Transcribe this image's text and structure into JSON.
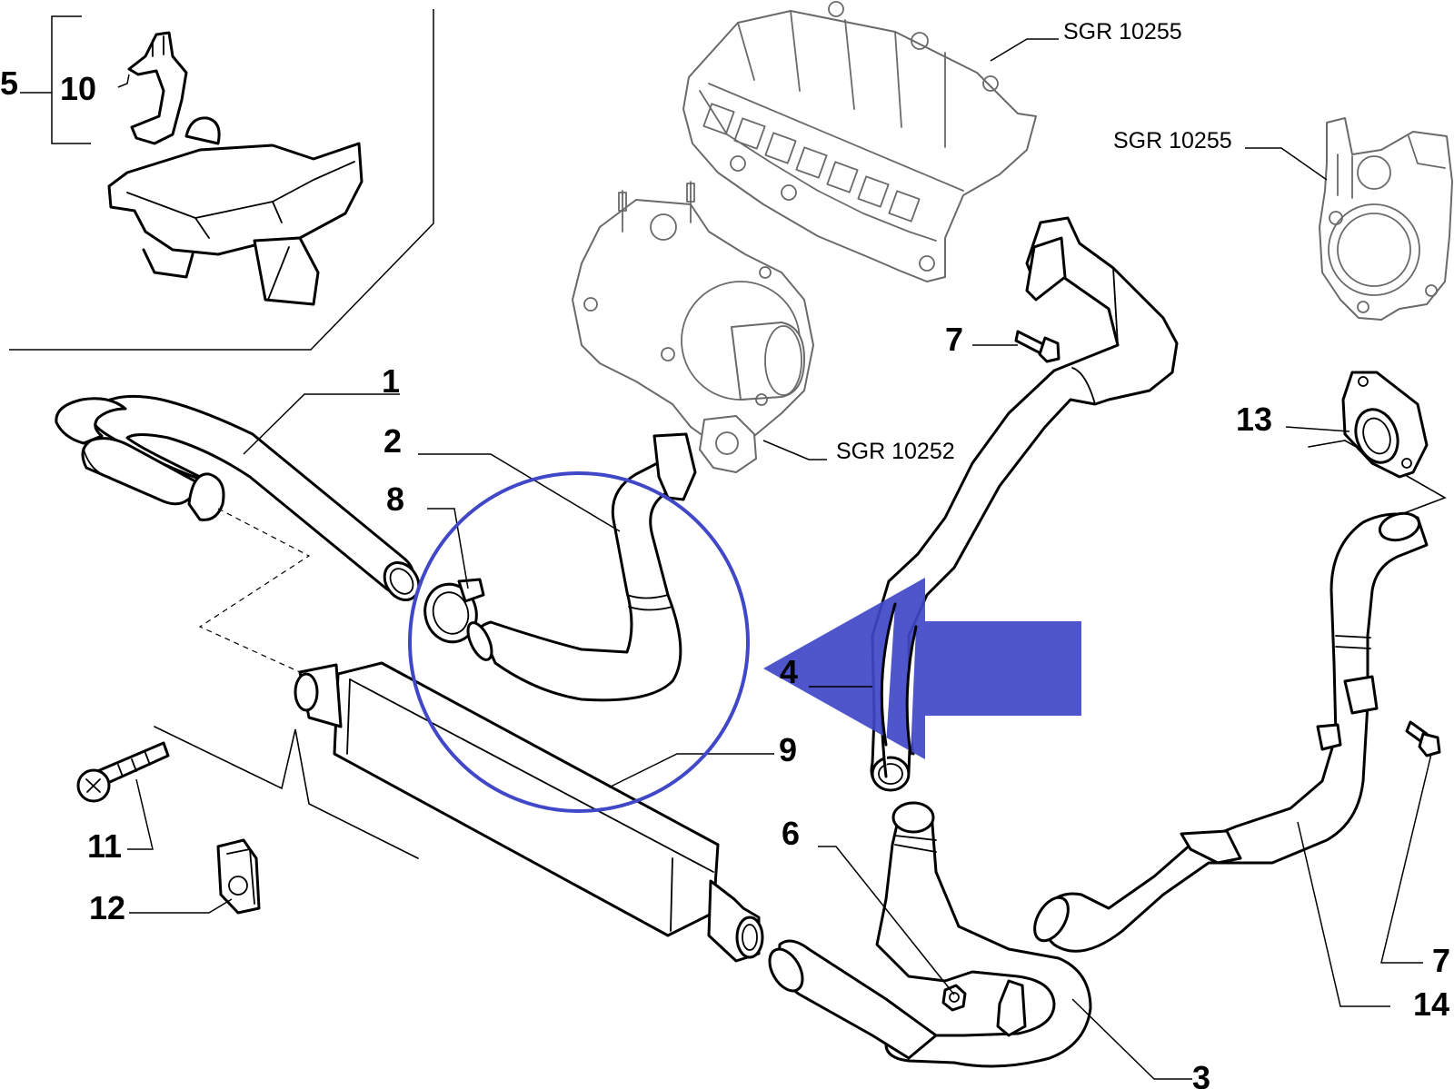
{
  "labels": {
    "l1": "1",
    "l2": "2",
    "l3": "3",
    "l4": "4",
    "l5": "5",
    "l6": "6",
    "l7a": "7",
    "l7b": "7",
    "l8": "8",
    "l9": "9",
    "l10": "10",
    "l11": "11",
    "l12": "12",
    "l13": "13",
    "l14": "14"
  },
  "references": {
    "manifold": "SGR 10255",
    "throttle": "SGR 10255",
    "turbo": "SGR 10252"
  },
  "colors": {
    "highlight": "#4048c8",
    "line": "#000000",
    "background": "#ffffff"
  },
  "icons": {
    "highlight_arrow": "arrow-right-icon",
    "highlight_circle": "circle-highlight-icon"
  }
}
